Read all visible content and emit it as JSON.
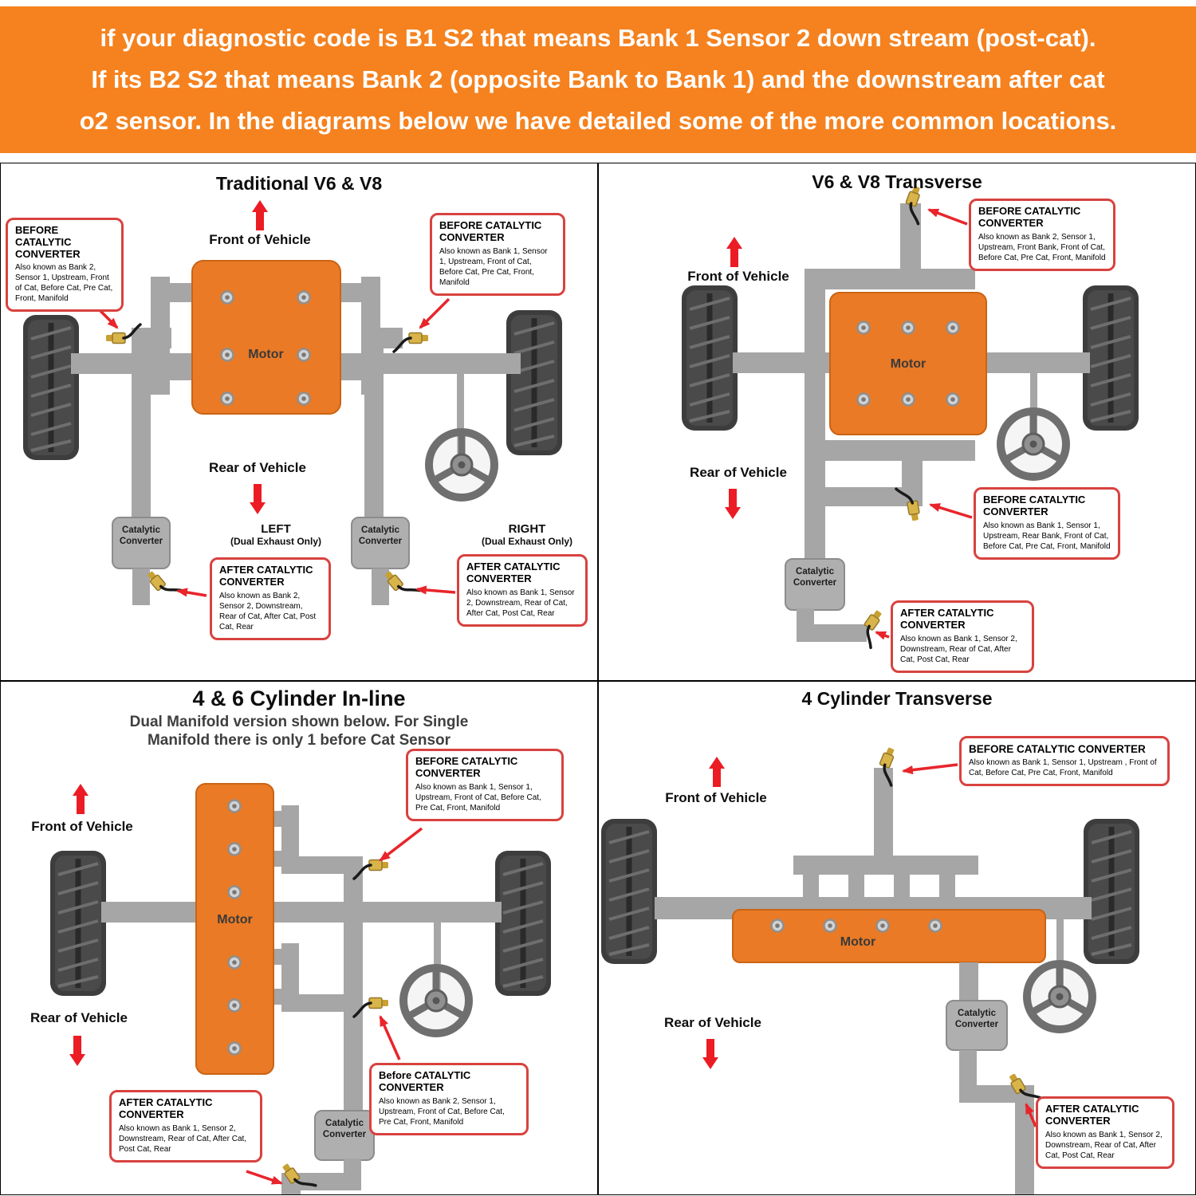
{
  "header": {
    "line1": "if your diagnostic code is B1 S2 that means Bank 1 Sensor 2 down stream (post-cat).",
    "line2": "If its B2 S2 that means Bank 2 (opposite Bank to Bank 1) and the  downstream after cat",
    "line3": "o2 sensor. In the diagrams below we have detailed some of the more common locations."
  },
  "common": {
    "front_label": "Front of Vehicle",
    "rear_label": "Rear of Vehicle",
    "motor_label": "Motor",
    "cat_converter_label": "Catalytic Converter"
  },
  "q1": {
    "title": "Traditional V6 & V8",
    "left_label": "LEFT",
    "left_sub": "(Dual Exhaust Only)",
    "right_label": "RIGHT",
    "right_sub": "(Dual Exhaust Only)",
    "callouts": {
      "before_left": {
        "title": "BEFORE CATALYTIC CONVERTER",
        "body": "Also known as Bank 2, Sensor 1, Upstream, Front of Cat, Before Cat, Pre Cat, Front, Manifold"
      },
      "before_right": {
        "title": "BEFORE CATALYTIC CONVERTER",
        "body": "Also known as Bank 1, Sensor 1, Upstream, Front of Cat, Before Cat, Pre Cat, Front, Manifold"
      },
      "after_left": {
        "title": "AFTER CATALYTIC CONVERTER",
        "body": "Also known as Bank 2, Sensor 2, Downstream, Rear of Cat, After Cat, Post Cat, Rear"
      },
      "after_right": {
        "title": "AFTER CATALYTIC CONVERTER",
        "body": "Also known as Bank 1, Sensor 2, Downstream, Rear of Cat, After Cat, Post Cat, Rear"
      }
    }
  },
  "q2": {
    "title": "V6 & V8 Transverse",
    "callouts": {
      "before_front": {
        "title": "BEFORE CATALYTIC CONVERTER",
        "body": "Also known as Bank 2, Sensor 1, Upstream, Front Bank, Front of Cat, Before Cat, Pre Cat, Front, Manifold"
      },
      "before_rear": {
        "title": "BEFORE CATALYTIC CONVERTER",
        "body": "Also known as Bank 1, Sensor 1, Upstream, Rear Bank, Front of Cat, Before Cat, Pre Cat, Front, Manifold"
      },
      "after": {
        "title": "AFTER CATALYTIC CONVERTER",
        "body": "Also known as Bank 1, Sensor 2, Downstream, Rear of Cat, After Cat, Post Cat, Rear"
      }
    }
  },
  "q3": {
    "title": "4 & 6 Cylinder In-line",
    "subtitle1": "Dual Manifold version shown below. For Single",
    "subtitle2": "Manifold there is only 1 before Cat Sensor",
    "callouts": {
      "before_top": {
        "title": "BEFORE CATALYTIC CONVERTER",
        "body": "Also known as Bank 1, Sensor 1, Upstream, Front of Cat, Before Cat, Pre Cat, Front, Manifold"
      },
      "before_mid": {
        "title": "Before CATALYTIC CONVERTER",
        "body": "Also known as Bank 2, Sensor 1, Upstream, Front of Cat, Before Cat, Pre Cat, Front, Manifold"
      },
      "after": {
        "title": "AFTER CATALYTIC CONVERTER",
        "body": "Also known as Bank 1, Sensor 2, Downstream, Rear of Cat, After Cat, Post Cat, Rear"
      }
    }
  },
  "q4": {
    "title": "4 Cylinder Transverse",
    "callouts": {
      "before": {
        "title": "BEFORE CATALYTIC CONVERTER",
        "body": "Also known as Bank 1, Sensor 1, Upstream , Front of Cat, Before Cat, Pre Cat, Front, Manifold"
      },
      "after": {
        "title": "AFTER CATALYTIC CONVERTER",
        "body": "Also known as Bank 1, Sensor 2, Downstream, Rear of Cat, After Cat, Post Cat, Rear"
      }
    }
  },
  "colors": {
    "banner_orange": "#F5821F",
    "motor_orange": "#EA7A25",
    "red_accent": "#EC1C24",
    "callout_border_red": "#D8423F",
    "pipe_gray": "#A6A6A6",
    "cat_gray": "#AFAFAF",
    "tire_dark": "#3D3D3D",
    "o2_sensor_gold": "#D9B44A"
  }
}
